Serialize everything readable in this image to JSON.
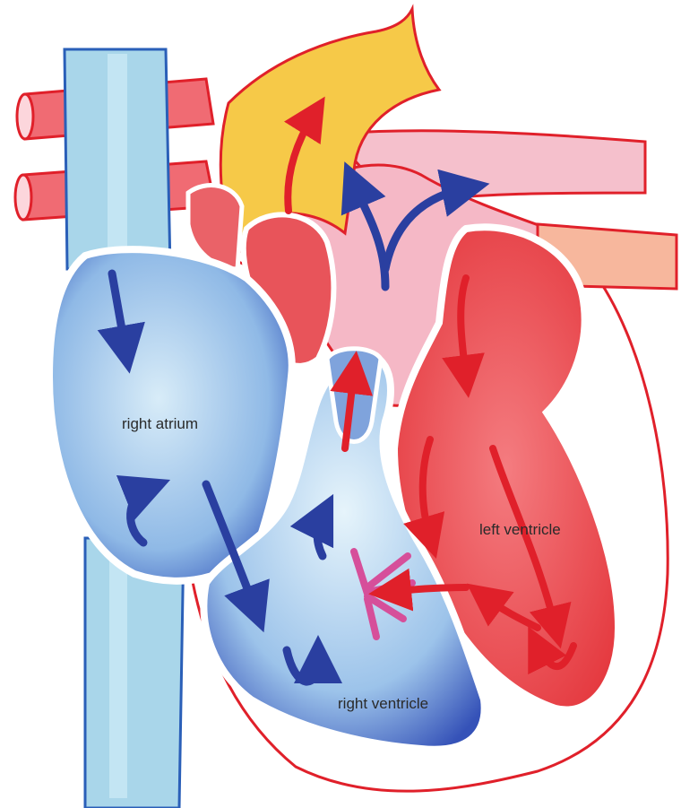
{
  "labels": {
    "right_atrium": "right atrium",
    "left_ventricle": "left ventricle",
    "right_ventricle": "right ventricle"
  },
  "colors": {
    "vena_cava": "#a9d6ea",
    "deoxygenated_blue": "#6f9fd8",
    "deep_blue": "#2a3fa0",
    "oxygenated_red": "#e8545a",
    "vessel_outline": "#e0202a",
    "pulmonary_pink": "#f5b8c6",
    "aorta_yellow": "#f6c948",
    "valve_magenta": "#d64f9a"
  }
}
